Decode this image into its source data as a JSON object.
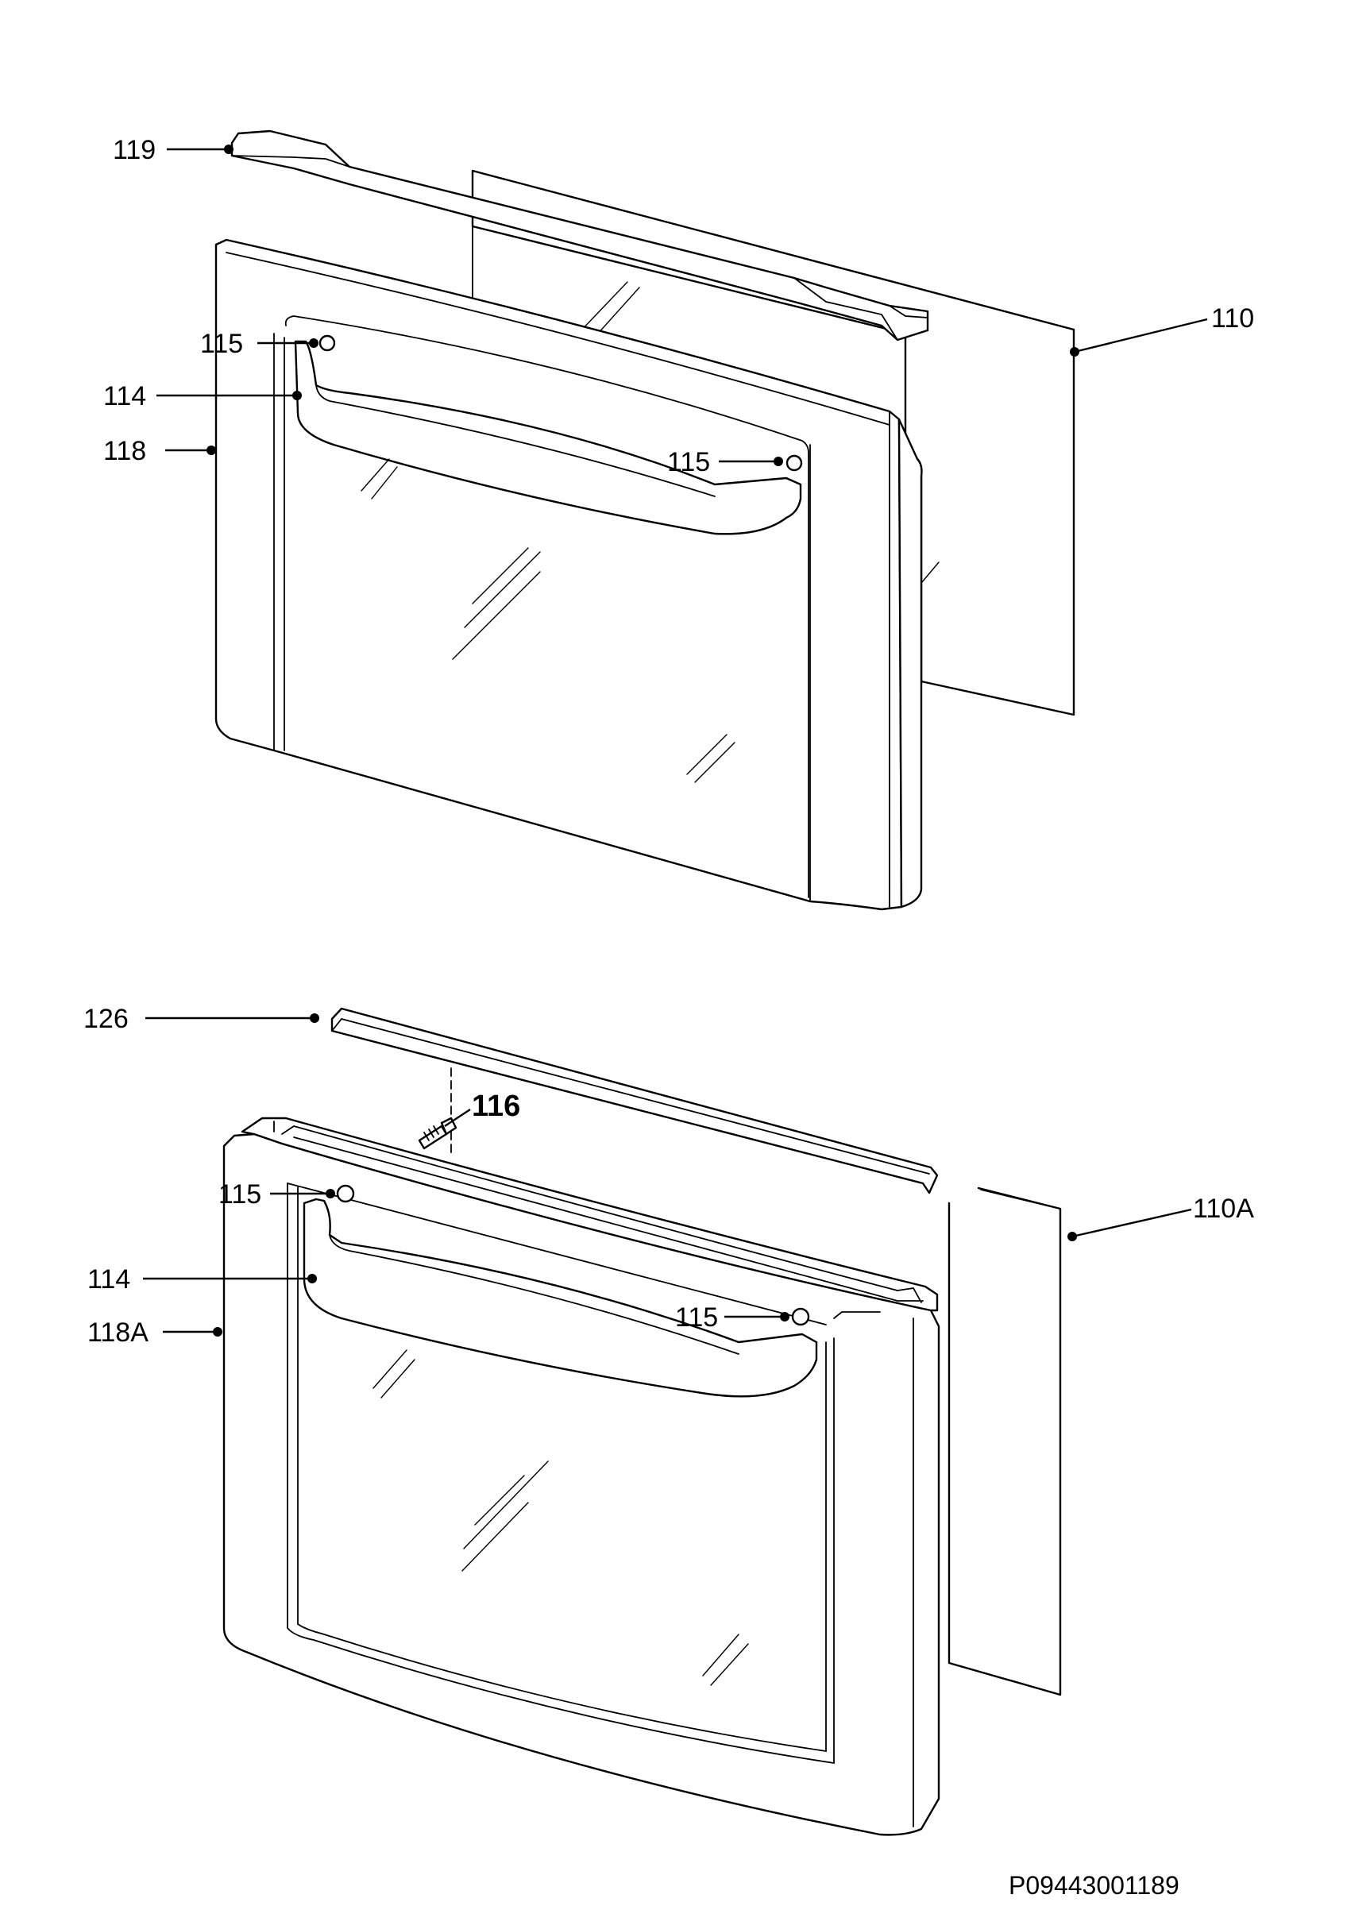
{
  "diagram": {
    "top_assembly": {
      "callouts": {
        "c119": "119",
        "c110": "110",
        "c115a": "115",
        "c114": "114",
        "c118": "118",
        "c115b": "115"
      }
    },
    "bottom_assembly": {
      "callouts": {
        "c126": "126",
        "c116": "116",
        "c110A": "110A",
        "c115a": "115",
        "c114": "114",
        "c118A": "118A",
        "c115b": "115"
      }
    },
    "drawing_code": "P09443001189"
  }
}
